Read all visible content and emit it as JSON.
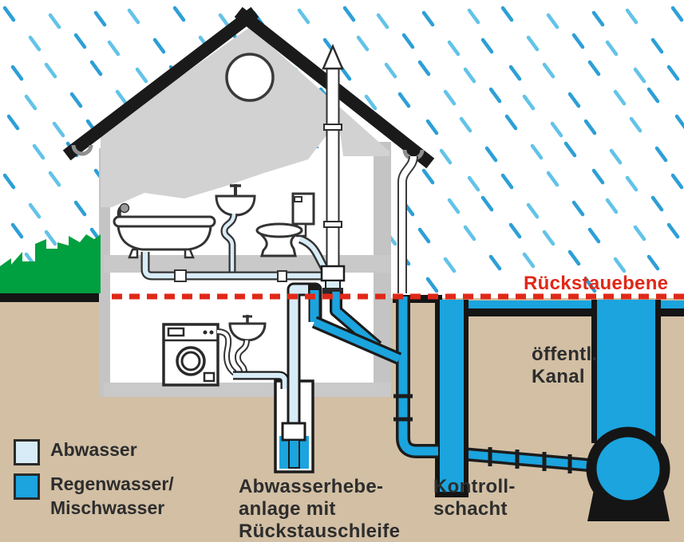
{
  "diagram": {
    "labels": {
      "backflow_level": "Rückstauebene",
      "public_sewer": {
        "line1": "öffentl.",
        "line2": "Kanal"
      },
      "control_shaft": {
        "line1": "Kontroll-",
        "line2": "schacht"
      },
      "lifting_station": {
        "line1": "Abwasserhebe-",
        "line2": "anlage mit",
        "line3": "Rückstauschleife"
      }
    },
    "legend": {
      "items": [
        {
          "lines": [
            "Abwasser"
          ],
          "color": "#d8ecf7"
        },
        {
          "lines": [
            "Regenwasser/",
            "Mischwasser"
          ],
          "color": "#1ba4de"
        }
      ]
    },
    "colors": {
      "rain_light": "#63c3e8",
      "rain_dark": "#2d9fd6",
      "wastewater": "#d8ecf7",
      "rainwater": "#1ba4de",
      "ground": "#d2bfa4",
      "vegetation": "#009f3f",
      "backflow_line": "#e02818",
      "roof": "#1a1a1a"
    }
  }
}
